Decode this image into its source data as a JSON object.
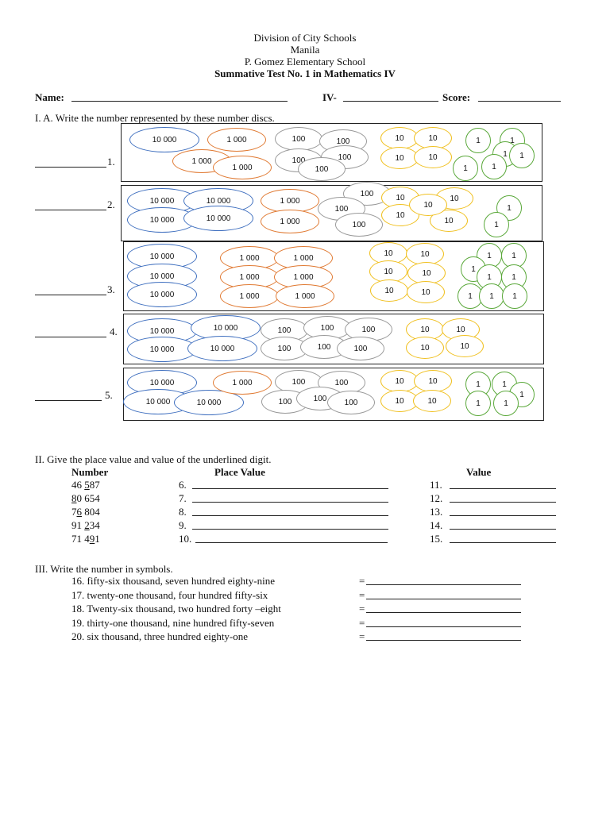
{
  "header": {
    "division": "Division of City Schools",
    "city": "Manila",
    "school": "P. Gomez Elementary School",
    "test_title": "Summative Test No. 1 in Mathematics IV"
  },
  "info_line": {
    "name_label": "Name:",
    "grade_label": "IV-",
    "score_label": "Score:"
  },
  "section1": {
    "instruction": "I. A. Write the number represented by these number discs.",
    "items": [
      "1.",
      "2.",
      "3.",
      "4.",
      "5."
    ]
  },
  "disc_labels": {
    "ten_thousand": "10 000",
    "thousand": "1 000",
    "hundred": "100",
    "ten": "10",
    "one": "1"
  },
  "disc_colors": {
    "ten_thousand": "#3f6fbf",
    "thousand": "#e07a33",
    "hundred": "#9a9a9a",
    "ten": "#f0c020",
    "one": "#5aa83a"
  },
  "section2": {
    "instruction": "II.  Give the place value and value of the underlined digit.",
    "col_number": "Number",
    "col_place_value": "Place Value",
    "col_value": "Value",
    "rows": [
      {
        "pre": "46 ",
        "u": "5",
        "post": "87",
        "pv": "6.",
        "val": "11."
      },
      {
        "pre": "",
        "u": "8",
        "post": "0 654",
        "pv": "7.",
        "val": "12."
      },
      {
        "pre": "7",
        "u": "6",
        "post": " 804",
        "pv": "8.",
        "val": "13."
      },
      {
        "pre": "91 ",
        "u": "2",
        "post": "34",
        "pv": "9.",
        "val": "14."
      },
      {
        "pre": "71 4",
        "u": "9",
        "post": "1",
        "pv": "10.",
        "val": "15."
      }
    ]
  },
  "section3": {
    "instruction": "III.  Write the number in symbols.",
    "items": [
      "16. fifty-six thousand, seven hundred eighty-nine",
      "17. twenty-one thousand, four hundred fifty-six",
      "18. Twenty-six thousand, two hundred forty –eight",
      "19. thirty-one thousand, nine hundred fifty-seven",
      "20. six thousand, three hundred eighty-one"
    ],
    "equals": "="
  }
}
